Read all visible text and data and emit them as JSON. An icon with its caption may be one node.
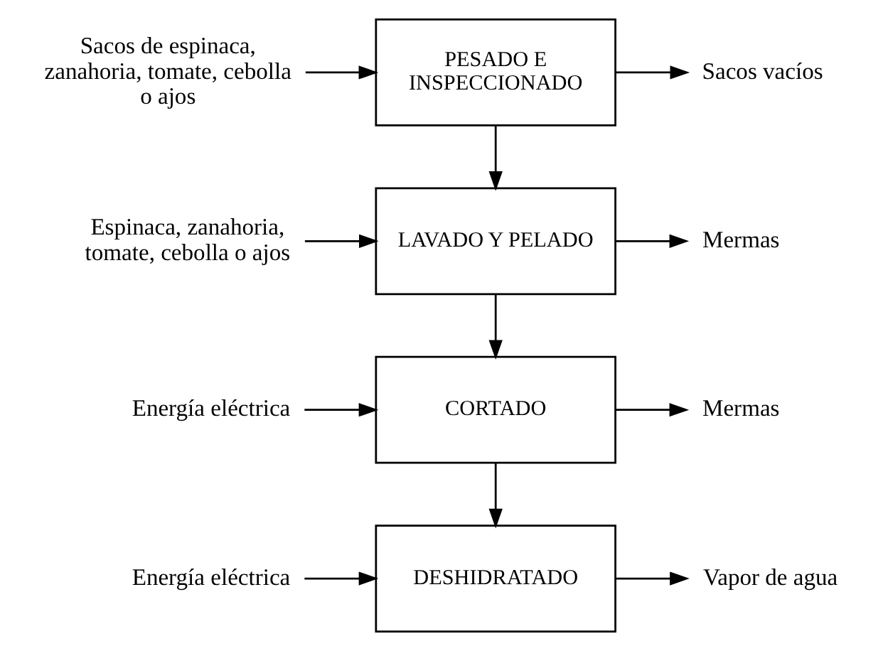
{
  "diagram": {
    "nodes": [
      {
        "text": [
          "Sacos de espinaca, zanahoria, tomate, cebolla o ajos"
        ]
      },
      {
        "text": [
          "PESADO E INSPECCIONADO"
        ]
      },
      {
        "text": [
          "Sacos vacíos"
        ]
      },
      {
        "text": [
          "Espinaca, zanahoria, tomate, cebolla o ajos"
        ]
      },
      {
        "text": [
          "LAVADO Y PELADO"
        ]
      },
      {
        "text": [
          "Mermas"
        ]
      },
      {
        "text": [
          "Energía eléctrica"
        ]
      },
      {
        "text": [
          "CORTADO"
        ]
      },
      {
        "text": [
          "Mermas"
        ]
      },
      {
        "text": [
          "Energía eléctrica"
        ]
      },
      {
        "text": [
          "DESHIDRATADO"
        ]
      },
      {
        "text": [
          "Vapor de agua"
        ]
      }
    ],
    "edges": [
      {
        "from": 0,
        "to": 1,
        "arrow": "to"
      },
      {
        "from": 1,
        "to": 2,
        "arrow": "to"
      },
      {
        "from": 1,
        "to": 4,
        "arrow": "to"
      },
      {
        "from": 3,
        "to": 4,
        "arrow": "to"
      },
      {
        "from": 4,
        "to": 5,
        "arrow": "to"
      },
      {
        "from": 4,
        "to": 7,
        "arrow": "to"
      },
      {
        "from": 6,
        "to": 7,
        "arrow": "to"
      },
      {
        "from": 7,
        "to": 8,
        "arrow": "to"
      },
      {
        "from": 7,
        "to": 10,
        "arrow": "to"
      },
      {
        "from": 9,
        "to": 10,
        "arrow": "to"
      },
      {
        "from": 10,
        "to": 11,
        "arrow": "to"
      }
    ]
  }
}
